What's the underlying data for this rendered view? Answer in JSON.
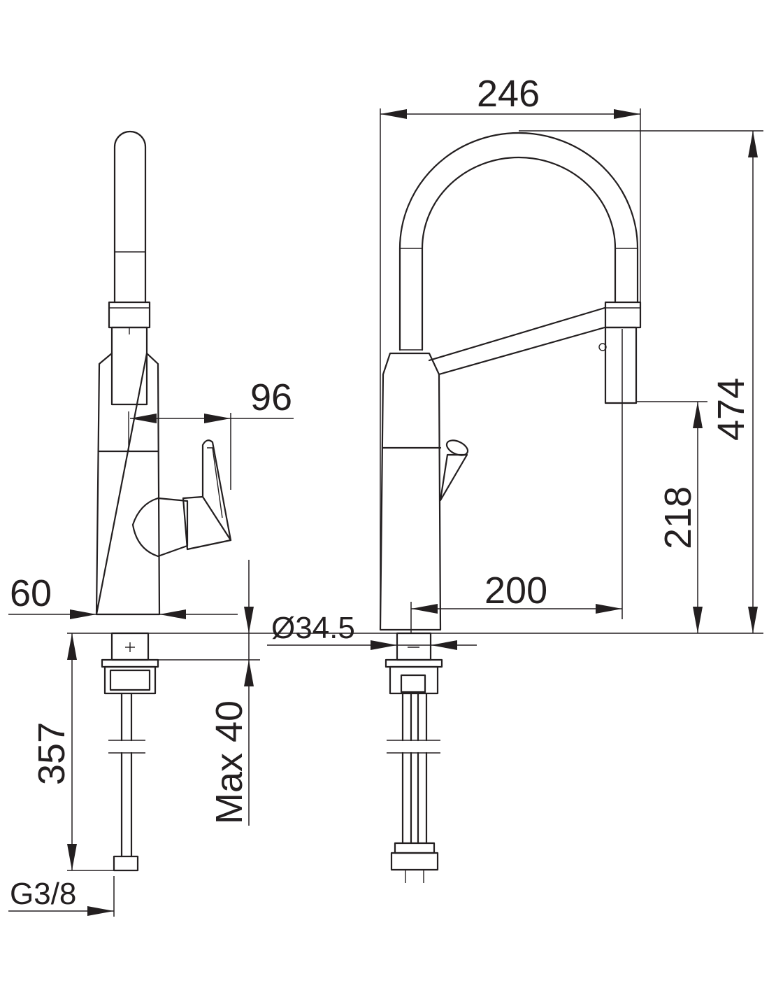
{
  "dimensions": {
    "spout_reach": "246",
    "total_height": "474",
    "outlet_height": "218",
    "base_to_outlet": "200",
    "lever_reach": "96",
    "body_diameter": "60",
    "hole_diameter": "Ø34.5",
    "max_deck": "Max 40",
    "hose_length": "357",
    "connection": "G3/8"
  },
  "colors": {
    "line": "#231f20",
    "background": "#ffffff"
  }
}
